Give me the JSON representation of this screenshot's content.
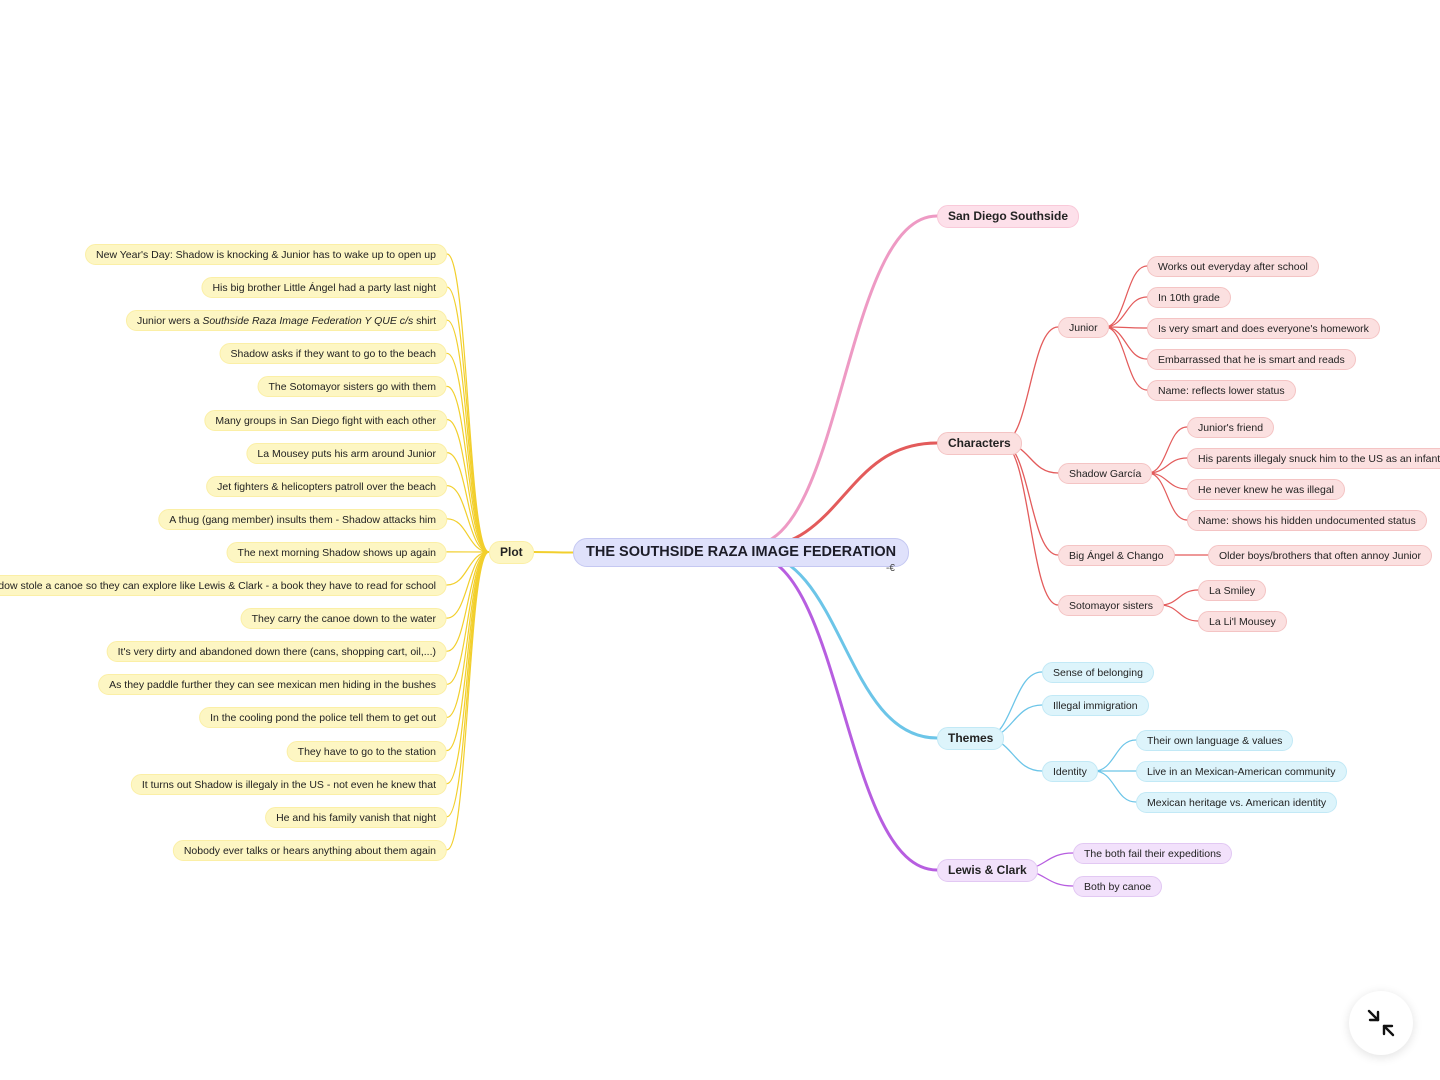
{
  "root": {
    "label": "THE SOUTHSIDE RAZA IMAGE FEDERATION"
  },
  "colors": {
    "yellow": "#f2cf2c",
    "pink": "#ee9ac4",
    "red": "#e35b5b",
    "blue": "#6cc5e8",
    "purple": "#b75ee0",
    "root_fill": "#dfe1fb"
  },
  "branches": [
    {
      "id": "plot",
      "label": "Plot",
      "color": "yellow",
      "side": "left",
      "children": [
        {
          "label": "New Year's Day: Shadow is knocking & Junior has to wake up to open up"
        },
        {
          "label": "His big brother Little Ángel had a party last night"
        },
        {
          "label": "Junior wers a ",
          "italic": "Southside Raza Image Federation Y QUE c/s",
          "suffix": " shirt"
        },
        {
          "label": "Shadow asks if they want to go to the beach"
        },
        {
          "label": "The Sotomayor sisters go with them"
        },
        {
          "label": "Many groups in San Diego fight with each other"
        },
        {
          "label": "La Mousey puts his arm around Junior"
        },
        {
          "label": "Jet fighters & helicopters patroll over the beach"
        },
        {
          "label": "A thug (gang member) insults them - Shadow attacks him"
        },
        {
          "label": "The next morning Shadow shows up again"
        },
        {
          "label": "Shadow stole a canoe so they can explore like Lewis & Clark - a book they have to read for school"
        },
        {
          "label": "They carry the canoe down to the water"
        },
        {
          "label": "It's very dirty and abandoned down there (cans, shopping cart, oil,...)"
        },
        {
          "label": "As they paddle further they can see mexican men hiding in the bushes"
        },
        {
          "label": "In the cooling pond the police tell them to get out"
        },
        {
          "label": "They have to go to the station"
        },
        {
          "label": "It turns out Shadow is illegaly in the US - not even he knew that"
        },
        {
          "label": "He and his family vanish that night"
        },
        {
          "label": "Nobody ever talks or hears anything about them again"
        }
      ]
    },
    {
      "id": "setting",
      "label": "San Diego Southside",
      "color": "pink",
      "side": "right",
      "children": []
    },
    {
      "id": "characters",
      "label": "Characters",
      "color": "red",
      "side": "right",
      "children": [
        {
          "label": "Junior",
          "children": [
            {
              "label": "Works out everyday after school"
            },
            {
              "label": "In 10th grade"
            },
            {
              "label": "Is very smart and does everyone's homework"
            },
            {
              "label": "Embarrassed that he is smart and reads"
            },
            {
              "label": "Name: reflects lower status"
            }
          ]
        },
        {
          "label": "Shadow García",
          "children": [
            {
              "label": "Junior's friend"
            },
            {
              "label": "His parents illegaly snuck him to the US as an infant"
            },
            {
              "label": "He never knew he was illegal"
            },
            {
              "label": "Name: shows his hidden undocumented status"
            }
          ]
        },
        {
          "label": "Big Ángel & Chango",
          "children": [
            {
              "label": "Older boys/brothers that often annoy Junior"
            }
          ]
        },
        {
          "label": "Sotomayor sisters",
          "children": [
            {
              "label": "La Smiley"
            },
            {
              "label": "La Li'l Mousey"
            }
          ]
        }
      ]
    },
    {
      "id": "themes",
      "label": "Themes",
      "color": "blue",
      "side": "right",
      "children": [
        {
          "label": "Sense of belonging"
        },
        {
          "label": "Illegal immigration"
        },
        {
          "label": "Identity",
          "children": [
            {
              "label": "Their own language & values"
            },
            {
              "label": "Live in an Mexican-American community"
            },
            {
              "label": "Mexican heritage vs. American identity"
            }
          ]
        }
      ]
    },
    {
      "id": "lewis",
      "label": "Lewis & Clark",
      "color": "purple",
      "side": "right",
      "children": [
        {
          "label": "The both fail their expeditions"
        },
        {
          "label": "Both by canoe"
        }
      ]
    }
  ],
  "controls": {
    "fold_marker": "-€",
    "collapse_icon": "collapse-arrows-icon"
  }
}
